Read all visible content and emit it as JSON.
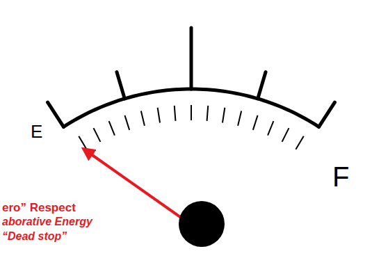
{
  "diagram": {
    "labels": [
      "E",
      "F",
      "ero” Respect",
      "aborative Energy",
      "“Dead stop”"
    ]
  }
}
